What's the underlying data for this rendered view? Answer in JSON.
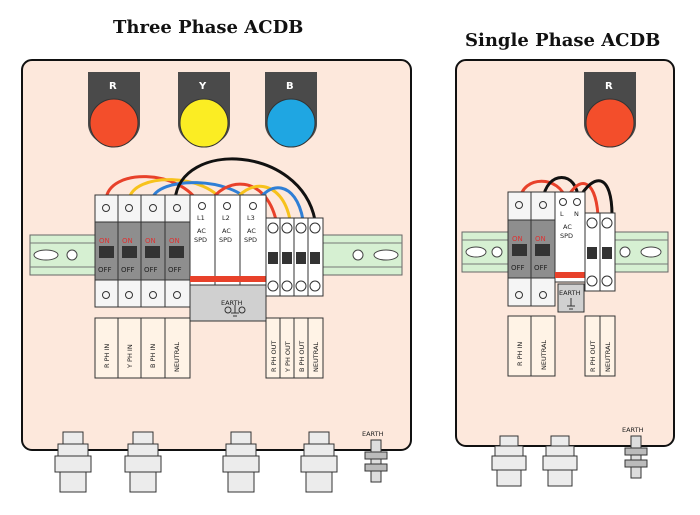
{
  "titles": {
    "three_phase": "Three Phase ACDB",
    "single_phase": "Single Phase ACDB"
  },
  "three_phase": {
    "indicators": [
      {
        "letter": "R",
        "color": "#f34e2b"
      },
      {
        "letter": "Y",
        "color": "#fbed23"
      },
      {
        "letter": "B",
        "color": "#1fa6e2"
      }
    ],
    "breaker_on": "ON",
    "breaker_off": "OFF",
    "spd_line1": "AC",
    "spd_line2": "SPD",
    "spd_terminals": [
      "L1",
      "L2",
      "L3"
    ],
    "earth_bar": "EARTH",
    "input_labels": [
      "R PH IN",
      "Y PH IN",
      "B PH IN",
      "NEUTRAL"
    ],
    "output_labels": [
      "R PH OUT",
      "Y PH OUT",
      "B PH OUT",
      "NEUTRAL"
    ],
    "earth_label": "EARTH"
  },
  "single_phase": {
    "indicators": [
      {
        "letter": "R",
        "color": "#f34e2b"
      }
    ],
    "breaker_on": "ON",
    "breaker_off": "OFF",
    "spd_line1": "AC",
    "spd_line2": "SPD",
    "spd_terminals": [
      "L",
      "N"
    ],
    "earth_bar": "EARTH",
    "input_labels": [
      "R PH IN",
      "NEUTRAL"
    ],
    "output_labels": [
      "R PH OUT",
      "NEUTRAL"
    ],
    "earth_label": "EARTH"
  },
  "colors": {
    "panel_fill": "#fde8dc",
    "rail": "#d6f0d2",
    "wire_red": "#e8412a",
    "wire_yellow": "#f7c21c",
    "wire_blue": "#2f7fd6",
    "wire_black": "#111111"
  }
}
